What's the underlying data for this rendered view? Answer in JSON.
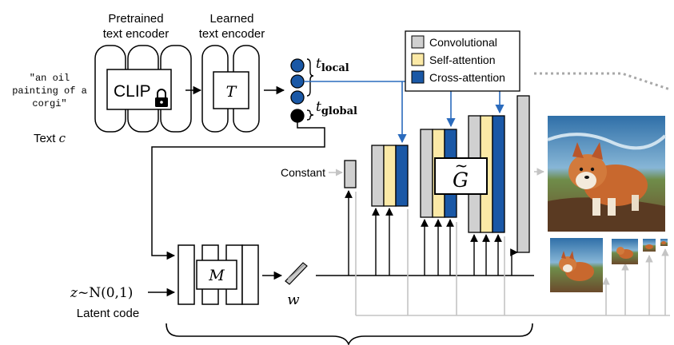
{
  "input": {
    "prompt_lines": [
      "\"an oil",
      "painting of a",
      "corgi\""
    ],
    "text_label": "Text ",
    "text_var": "c"
  },
  "encoders": {
    "pretrained_title_line1": "Pretrained",
    "pretrained_title_line2": "text encoder",
    "pretrained_box_label": "CLIP",
    "learned_title_line1": "Learned",
    "learned_title_line2": "text encoder",
    "learned_box_label": "T"
  },
  "tokens": {
    "local_main": "t",
    "local_sub": "local",
    "global_main": "t",
    "global_sub": "global"
  },
  "legend": {
    "items": [
      {
        "label": "Convolutional",
        "color": "#d0d0d0"
      },
      {
        "label": "Self-attention",
        "color": "#fbe9a6"
      },
      {
        "label": "Cross-attention",
        "color": "#1a58a6"
      }
    ]
  },
  "generator": {
    "constant_label": "Constant",
    "label": "G",
    "label_accent": "~"
  },
  "mapping": {
    "box_label": "M",
    "latent_expr_z": "z",
    "latent_expr_rest": "~N(0,1)",
    "latent_label": "Latent code",
    "w_label": "w"
  },
  "colors": {
    "conv": "#d0d0d0",
    "self_attn": "#fbe9a6",
    "cross_attn": "#1a58a6",
    "arrow_blue": "#2a6bbd",
    "arrow_gray": "#c4c4c4",
    "dotted": "#a8a8a8"
  }
}
